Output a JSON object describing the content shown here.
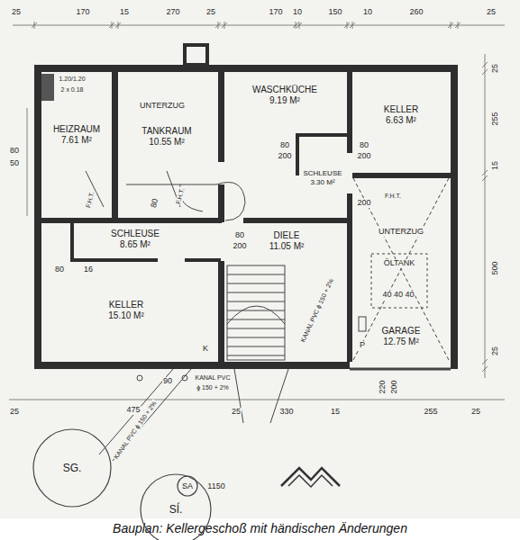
{
  "diagram": {
    "caption": "Bauplan: Kellergeschoß mit händischen Änderungen",
    "nodes": [
      {
        "text": [
          "HEIZRAUM",
          "7.61 M²"
        ]
      },
      {
        "text": [
          "TANKRAUM",
          "10.55 M²"
        ]
      },
      {
        "text": [
          "WASCHKÜCHE",
          "9.19 M²"
        ]
      },
      {
        "text": [
          "KELLER",
          "6.63 M²"
        ]
      },
      {
        "text": [
          "SCHLEUSE",
          "3.30 M²"
        ]
      },
      {
        "text": [
          "SCHLEUSE",
          "8.65 M²"
        ]
      },
      {
        "text": [
          "DIELE",
          "11.05 M²"
        ]
      },
      {
        "text": [
          "KELLER",
          "15.10 M²"
        ]
      },
      {
        "text": [
          "GARAGE",
          "12.75 M²"
        ]
      },
      {
        "text": [
          "SG."
        ]
      },
      {
        "text": [
          "SÍ."
        ]
      },
      {
        "text": [
          "SA"
        ]
      }
    ],
    "labels": [
      "25",
      "170",
      "15",
      "270",
      "25",
      "170",
      "10",
      "150",
      "10",
      "260",
      "25",
      "25",
      "255",
      "15",
      "500",
      "25",
      "80",
      "50",
      "1.20/1.20",
      "2 x 0.18",
      "UNTERZUG",
      "F.H.T.",
      "F.H.T.",
      "80",
      "200",
      "80",
      "200",
      "200",
      "F.H.T.",
      "80",
      "80",
      "200",
      "80",
      "16",
      "K",
      "90",
      "UNTERZUG",
      "ÖLTANK",
      "40 40 40",
      "P",
      "KANAL PVC",
      "ϕ 150 + 2%",
      "KANAL PVC ϕ 150 + 2%",
      "KANAL PVC ϕ 150 + 2%",
      "220",
      "200",
      "25",
      "475",
      "25",
      "330",
      "15",
      "255",
      "25",
      "1150"
    ]
  }
}
